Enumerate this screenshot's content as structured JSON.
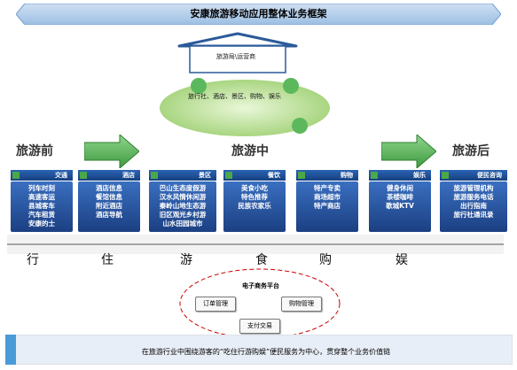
{
  "title": "安康旅游移动应用整体业务框架",
  "house_label": "旅游局\\运营商",
  "partners_text": "旅行社、酒店、景区、购物、娱乐",
  "phases": [
    "旅游前",
    "旅游中",
    "旅游后"
  ],
  "columns": [
    {
      "header": "交通",
      "items": [
        "列车时刻",
        "高速客运",
        "县城客车",
        "汽车租赁",
        "安康的士"
      ]
    },
    {
      "header": "酒店",
      "items": [
        "酒店信息",
        "餐馆信息",
        "附近酒店",
        "酒店导航"
      ]
    },
    {
      "header": "景区",
      "items": [
        "巴山生态度假游",
        "汉水风情休闲游",
        "秦岭山地生态游",
        "旧区观光乡村游",
        "山水田园城市"
      ]
    },
    {
      "header": "餐饮",
      "items": [
        "美食小吃",
        "特色推荐",
        "民族农家乐"
      ]
    },
    {
      "header": "购物",
      "items": [
        "特产专卖",
        "商场超市",
        "特产商店"
      ]
    },
    {
      "header": "娱乐",
      "items": [
        "健身休闲",
        "茶楼咖啡",
        "歌城KTV"
      ]
    },
    {
      "header": "便民咨询",
      "items": [
        "旅游管理机构",
        "旅游服务电话",
        "出行指南",
        "旅行社通讯录"
      ]
    }
  ],
  "chars": [
    "行",
    "住",
    "游",
    "食",
    "购",
    "娱"
  ],
  "ecommerce": {
    "title": "电子商务平台",
    "order": "订单管理",
    "shopping": "购物管理",
    "payment": "支付交易"
  },
  "footer": "在旅游行业中围绕游客的“吃住行游购娱”便民服务为中心，贯穿整个业务价值链",
  "colors": {
    "blue": "#1f4e96",
    "green": "#4aa84a",
    "red": "#cc0000"
  }
}
